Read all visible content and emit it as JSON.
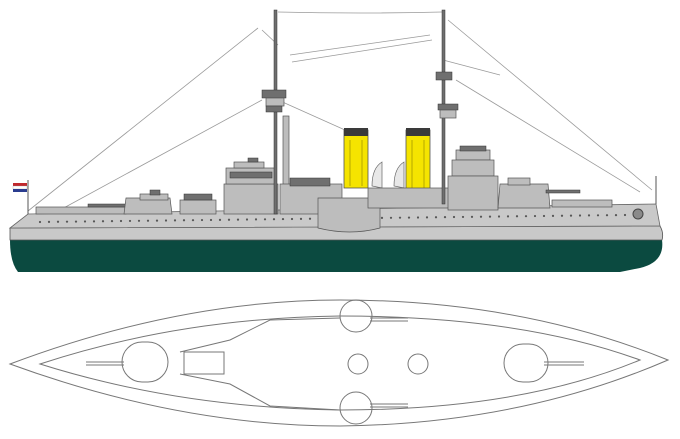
{
  "image": {
    "kind": "ship profile and plan drawing",
    "views": [
      "side-profile",
      "deck-plan"
    ]
  },
  "colors": {
    "background": "#ffffff",
    "hull_grey": "#c9c9c9",
    "superstructure_grey": "#bdbdbd",
    "dark_grey": "#6f6f6f",
    "waterline_green": "#0b4a40",
    "funnel_yellow": "#f5e400",
    "funnel_cap": "#3a3a3a",
    "rigging": "#9a9a9a",
    "plan_line": "#777777",
    "flag_red": "#c0282d",
    "flag_blue": "#2a3c8f"
  },
  "icons": {
    "ensign": "ensign-flag-icon",
    "anchor": "anchor-hawse-icon"
  }
}
